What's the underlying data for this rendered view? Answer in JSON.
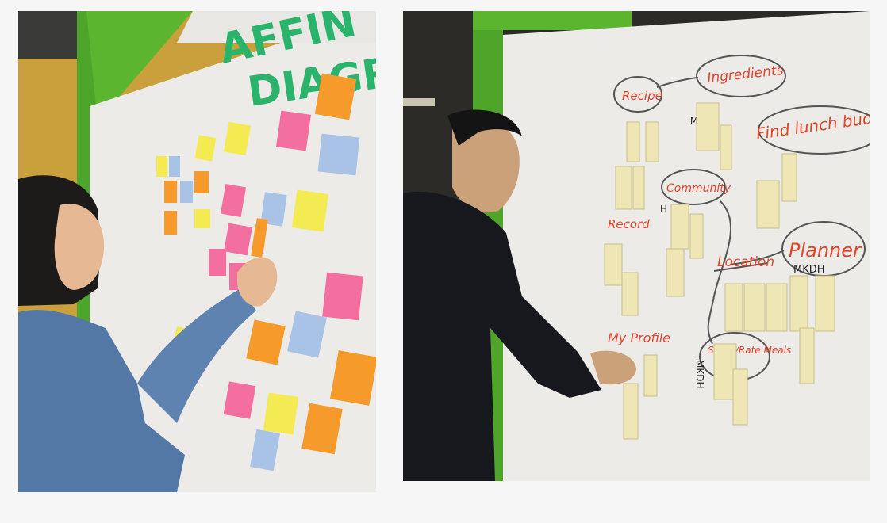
{
  "photos": [
    {
      "id": "left",
      "wall_heading_lines": [
        "AFFIN",
        "DIAGR"
      ],
      "heading_color": "#29b36b"
    },
    {
      "id": "right",
      "clusters": {
        "recipe": "Recipe",
        "ingredients": "Ingredients",
        "find_lunch": "Find lunch budd",
        "community": "Community",
        "record": "Record",
        "location": "Location",
        "planner": "Planner",
        "planner_sub": "MKDH",
        "my_profile": "My Profile",
        "share_meals": "Share/Rate Meals",
        "side_left_top": "MK",
        "side_community": "H",
        "side_vertical": "MKDH"
      },
      "marker_color": "#e2452a",
      "outline_color": "#555555"
    }
  ],
  "colors": {
    "background": "#f6f6f6",
    "wall": "#ecebe8",
    "frame_green": "#5cb52f",
    "sticky_yellow": "#f4ea52",
    "sticky_orange": "#f79a2c",
    "sticky_pink": "#f36fa0",
    "sticky_blue": "#a9c3e6",
    "sticky_pale": "#efe6b5"
  }
}
